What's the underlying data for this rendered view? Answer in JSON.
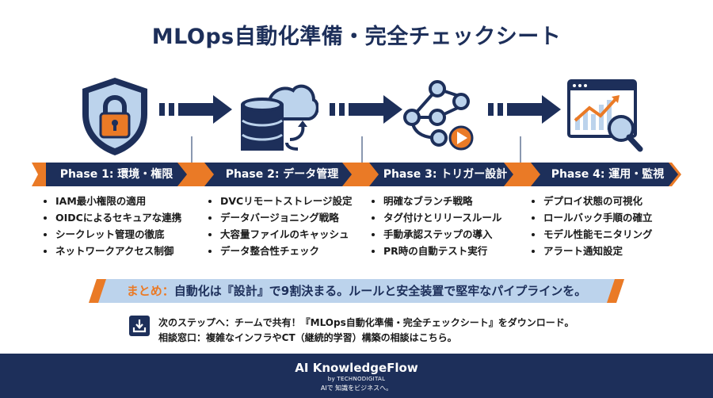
{
  "title": "MLOps自動化準備・完全チェックシート",
  "phases": [
    {
      "label": "Phase 1: 環境・権限",
      "icon": "shield-lock-icon",
      "items": [
        "IAM最小権限の適用",
        "OIDCによるセキュアな連携",
        "シークレット管理の徹底",
        "ネットワークアクセス制御"
      ]
    },
    {
      "label": "Phase 2: データ管理",
      "icon": "database-cloud-icon",
      "items": [
        "DVCリモートストレージ設定",
        "データバージョニング戦略",
        "大容量ファイルのキャッシュ",
        "データ整合性チェック"
      ]
    },
    {
      "label": "Phase 3: トリガー設計",
      "icon": "git-branch-play-icon",
      "items": [
        "明確なブランチ戦略",
        "タグ付けとリリースルール",
        "手動承認ステップの導入",
        "PR時の自動テスト実行"
      ]
    },
    {
      "label": "Phase 4: 運用・監視",
      "icon": "monitor-chart-icon",
      "items": [
        "デプロイ状態の可視化",
        "ロールバック手順の確立",
        "モデル性能モニタリング",
        "アラート通知設定"
      ]
    }
  ],
  "summary": {
    "key": "まとめ：",
    "text": "自動化は『設計』で9割決まる。ルールと安全装置で堅牢なパイプラインを。"
  },
  "next_steps": {
    "icon": "download-icon",
    "line1": "次のステップへ：チームで共有！『MLOps自動化準備・完全チェックシート』をダウンロード。",
    "line2": "相談窓口：複雑なインフラやCT（継続的学習）構築の相談はこちら。"
  },
  "footer": {
    "brand": "AI KnowledgeFlow",
    "by": "by TECHNODIGITAL",
    "tagline": "AIで 知識をビジネスへ。"
  },
  "colors": {
    "navy": "#1d2f5a",
    "orange": "#ea7a26",
    "light_blue": "#bcd3ec"
  }
}
